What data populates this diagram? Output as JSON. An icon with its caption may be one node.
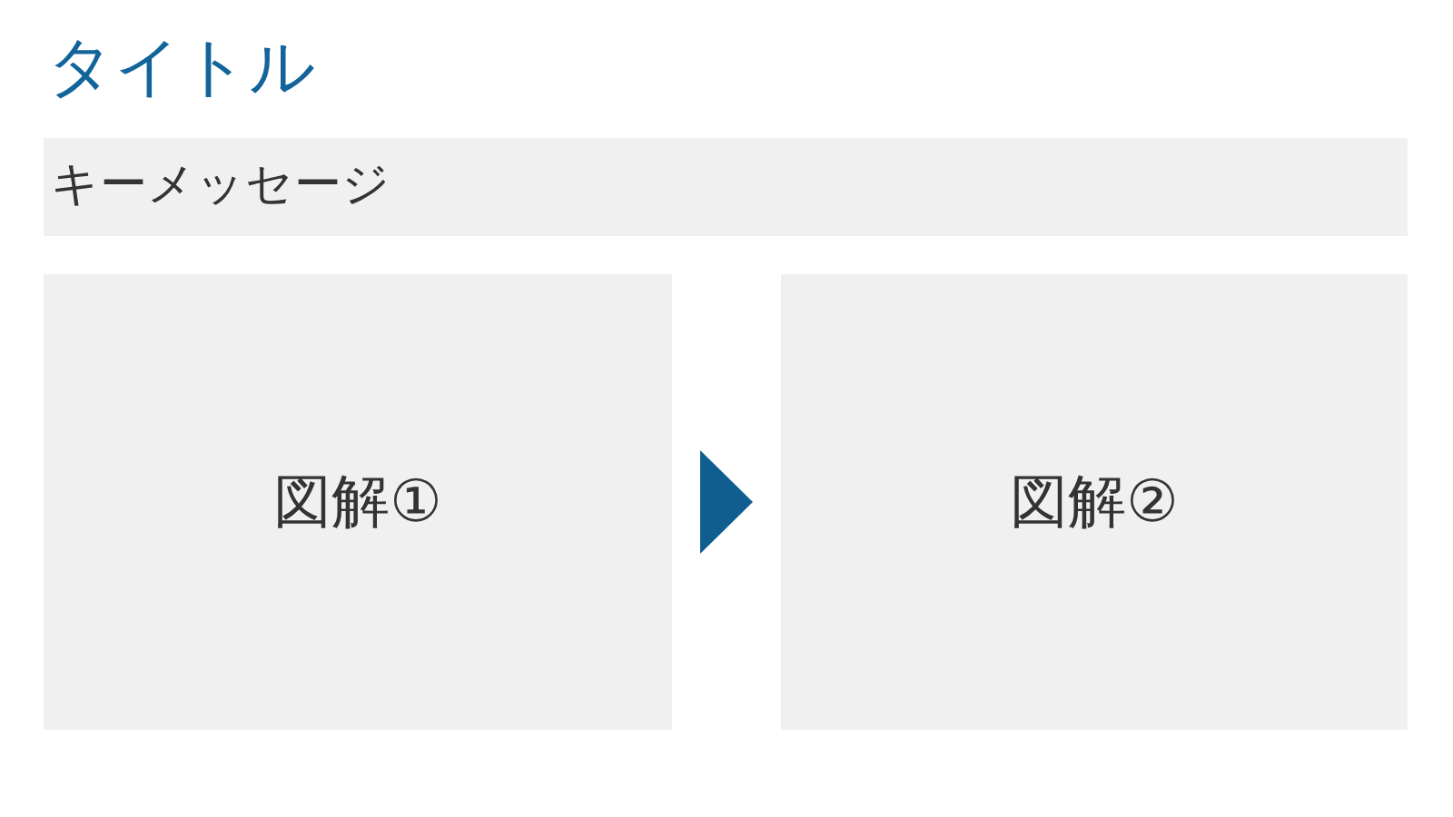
{
  "diagram": {
    "title": "タイトル",
    "nodes": [
      {
        "text": [
          "キーメッセージ"
        ]
      },
      {
        "text": [
          "図解①"
        ]
      },
      {
        "text": [
          "図解②"
        ]
      }
    ],
    "edges": [
      {
        "from": 1,
        "to": 2,
        "arrow": "to"
      }
    ]
  }
}
